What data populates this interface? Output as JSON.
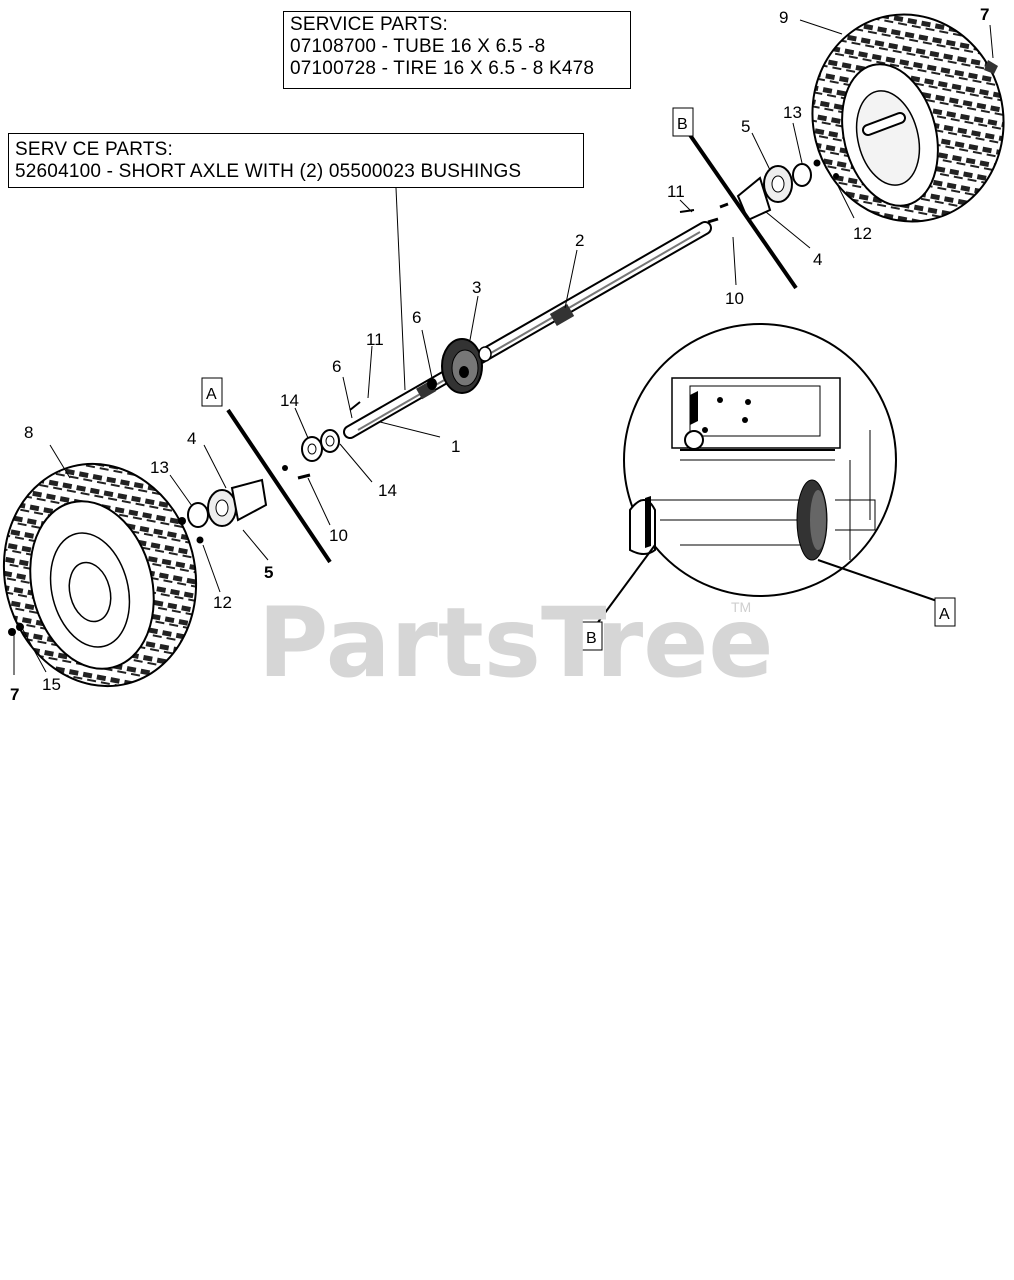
{
  "service_box_1": {
    "line1": "SERVICE PARTS:",
    "line2": "07108700 - TUBE 16 X 6.5 -8",
    "line3": "07100728 - TIRE 16 X 6.5 - 8 K478"
  },
  "service_box_2": {
    "line1": "SERV CE PARTS:",
    "line2": "52604100 - SHORT AXLE WITH (2) 05500023 BUSHINGS"
  },
  "callouts": {
    "c1": "1",
    "c2": "2",
    "c3": "3",
    "c4a": "4",
    "c4b": "4",
    "c5a": "5",
    "c5b": "5",
    "c6a": "6",
    "c6b": "6",
    "c7a": "7",
    "c7b": "7",
    "c8": "8",
    "c9": "9",
    "c10a": "10",
    "c10b": "10",
    "c11a": "11",
    "c11b": "11",
    "c12a": "12",
    "c12b": "12",
    "c13a": "13",
    "c13b": "13",
    "c14a": "14",
    "c14b": "14",
    "c15": "15"
  },
  "refs": {
    "a_left": "A",
    "b_top": "B",
    "a_detail": "A",
    "b_detail": "B"
  },
  "watermark": {
    "text": "PartsTree",
    "tm": "TM"
  }
}
